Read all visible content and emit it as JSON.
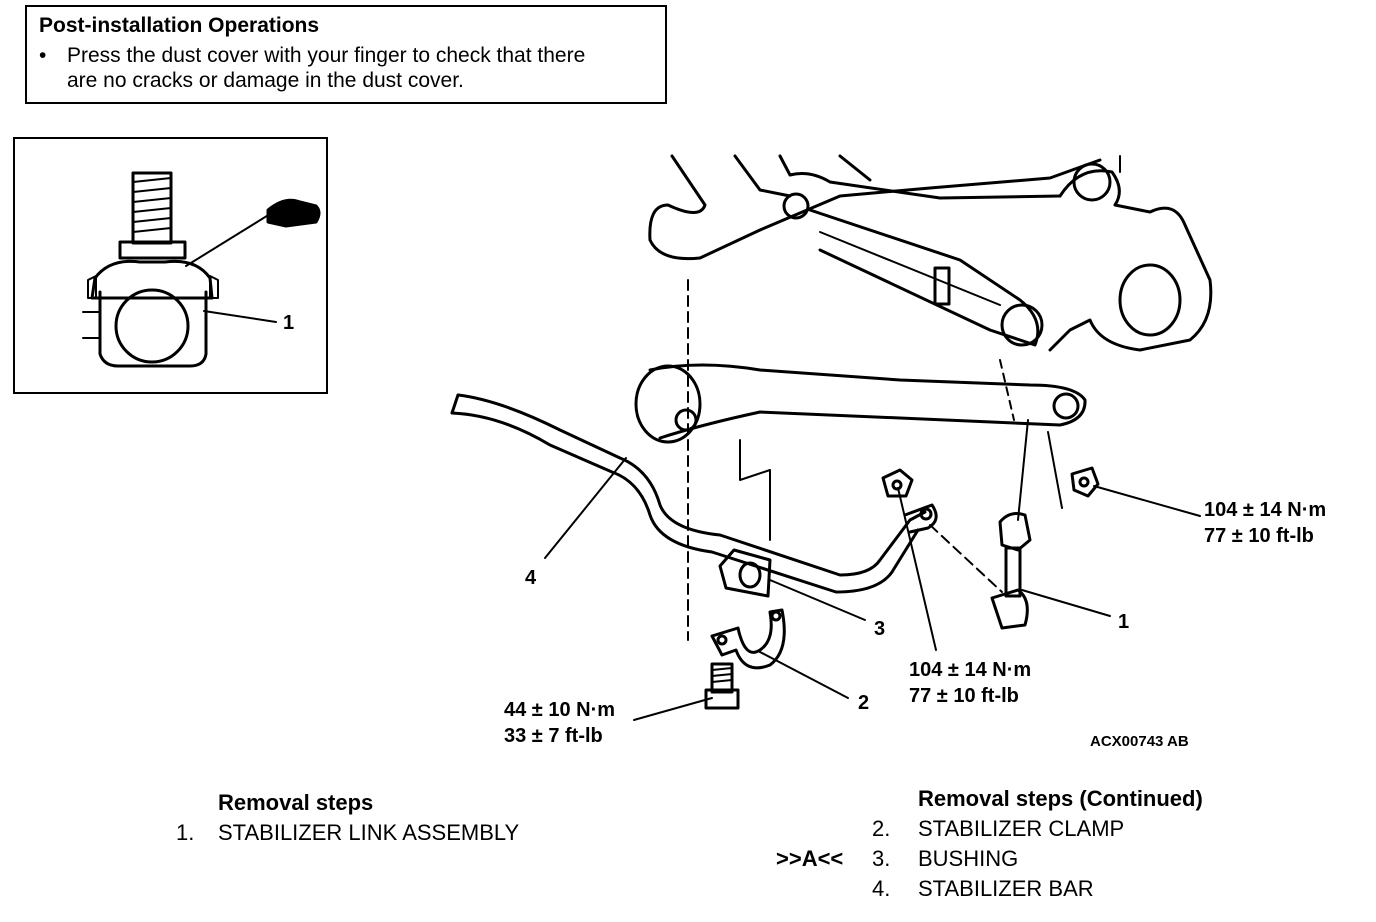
{
  "note": {
    "title": "Post-installation Operations",
    "bullet": "•",
    "line1": "Press the dust cover with your finger to check that there",
    "line2": "are no cracks or damage in the dust cover."
  },
  "inset": {
    "callout_1": "1"
  },
  "diagram": {
    "callout_1": "1",
    "callout_2": "2",
    "callout_3": "3",
    "callout_4": "4",
    "torque_right": {
      "nm": "104 ± 14 N·m",
      "ftlb": "77 ± 10 ft-lb"
    },
    "torque_mid": {
      "nm": "104 ± 14 N·m",
      "ftlb": "77 ± 10 ft-lb"
    },
    "torque_bolt": {
      "nm": "44 ± 10 N·m",
      "ftlb": "33 ± 7 ft-lb"
    },
    "ref_code": "ACX00743 AB"
  },
  "steps_left": {
    "heading": "Removal steps",
    "items": [
      {
        "num": "1.",
        "text": "STABILIZER LINK ASSEMBLY"
      }
    ]
  },
  "steps_right": {
    "heading": "Removal steps (Continued)",
    "items": [
      {
        "num": "2.",
        "text": "STABILIZER CLAMP",
        "mark": ""
      },
      {
        "num": "3.",
        "text": "BUSHING",
        "mark": ">>A<<"
      },
      {
        "num": "4.",
        "text": "STABILIZER BAR",
        "mark": ""
      }
    ]
  }
}
